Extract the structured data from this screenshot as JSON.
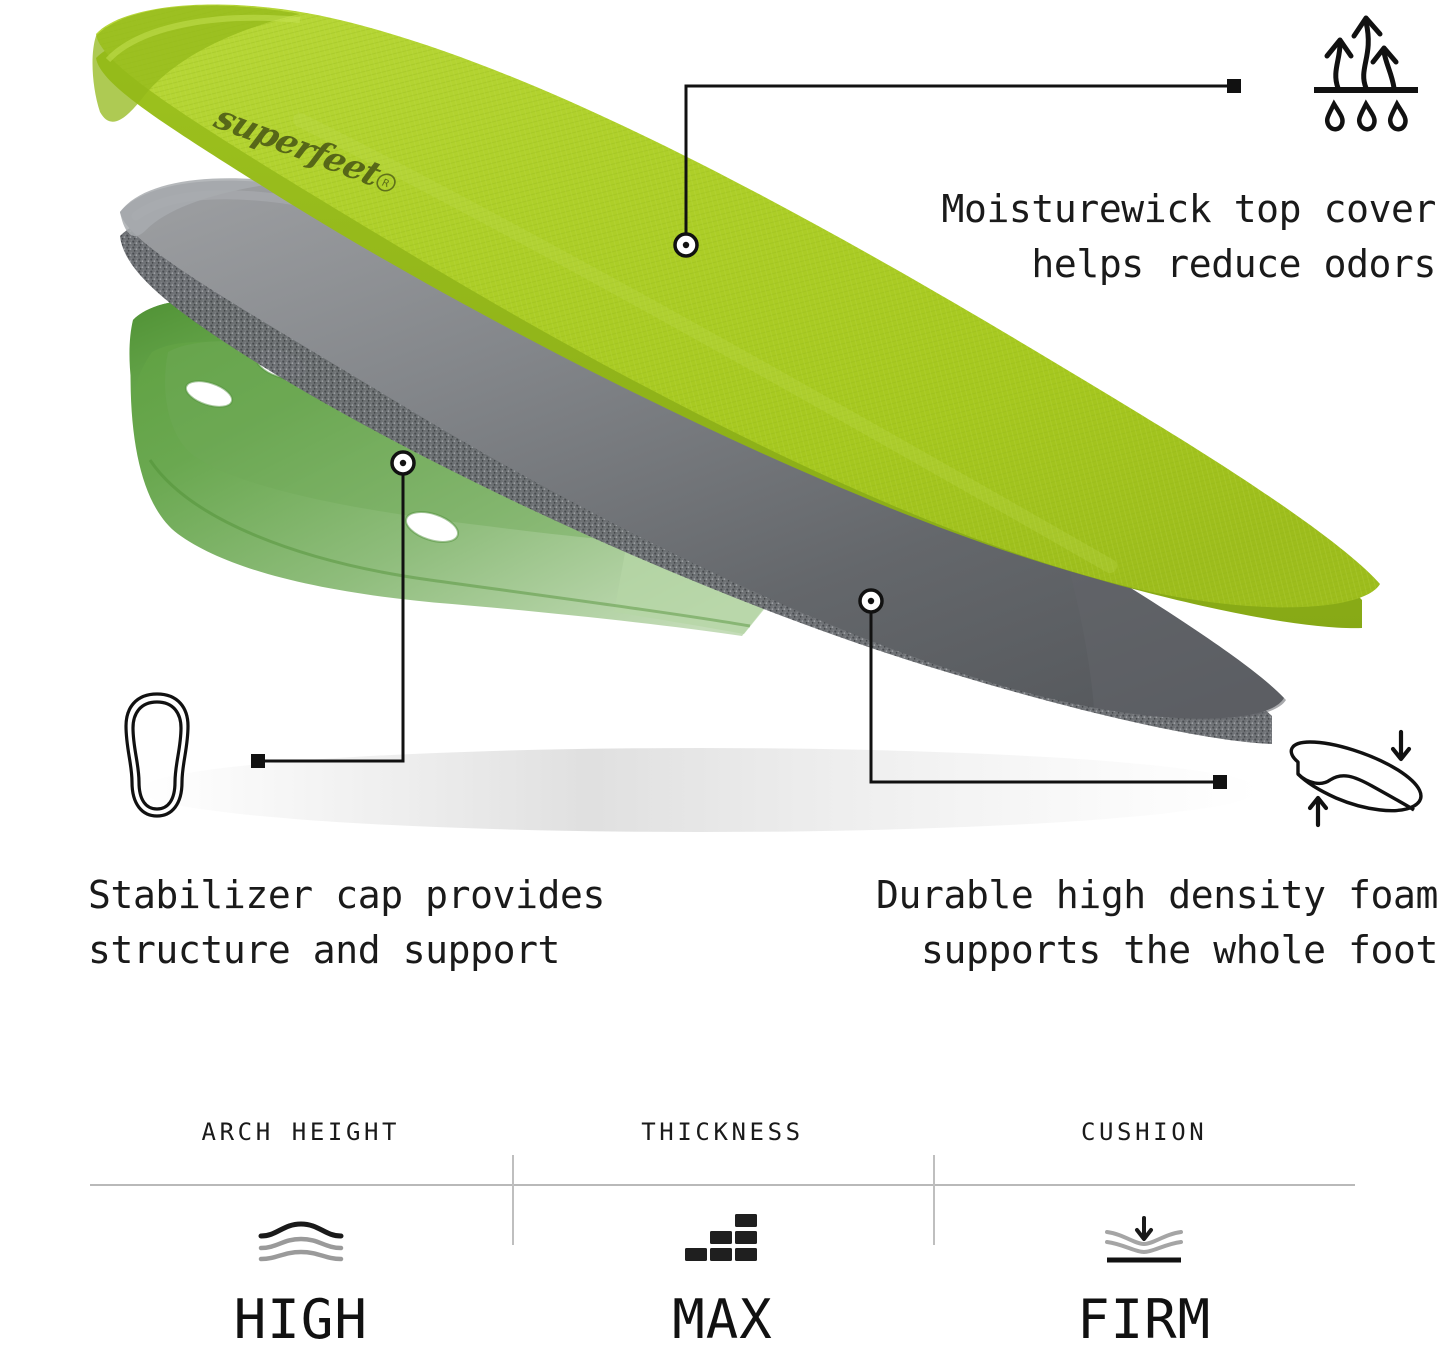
{
  "product": {
    "brand_text": "superfeet",
    "brand_mark": "®",
    "layers": [
      {
        "name": "top-cover",
        "color": "#aacc22",
        "label": "Moisturewick top cover"
      },
      {
        "name": "foam-midsole",
        "color": "#6e7175",
        "label": "high density foam"
      },
      {
        "name": "stabilizer-cap",
        "color": "#63a24a",
        "label": "stabilizer cap"
      }
    ]
  },
  "callouts": [
    {
      "id": "moisturewick",
      "icon": "moisture-wicking-icon",
      "lines": [
        "Moisturewick top cover",
        "helps reduce odors"
      ]
    },
    {
      "id": "stabilizer",
      "icon": "insole-outline-icon",
      "lines": [
        "Stabilizer cap provides",
        "structure and support"
      ]
    },
    {
      "id": "foam",
      "icon": "compression-insole-icon",
      "lines": [
        "Durable high density foam",
        "supports the whole foot"
      ]
    }
  ],
  "specs": {
    "columns": [
      {
        "label": "ARCH HEIGHT",
        "value": "HIGH",
        "icon": "arch-waves-icon"
      },
      {
        "label": "THICKNESS",
        "value": "MAX",
        "icon": "stair-blocks-icon"
      },
      {
        "label": "CUSHION",
        "value": "FIRM",
        "icon": "compression-arrow-icon"
      }
    ]
  },
  "colors": {
    "green_top": "#aacc22",
    "green_cap": "#63a24a",
    "gray_foam": "#6e7175",
    "line": "#111111",
    "rule": "#b9b9b9"
  }
}
